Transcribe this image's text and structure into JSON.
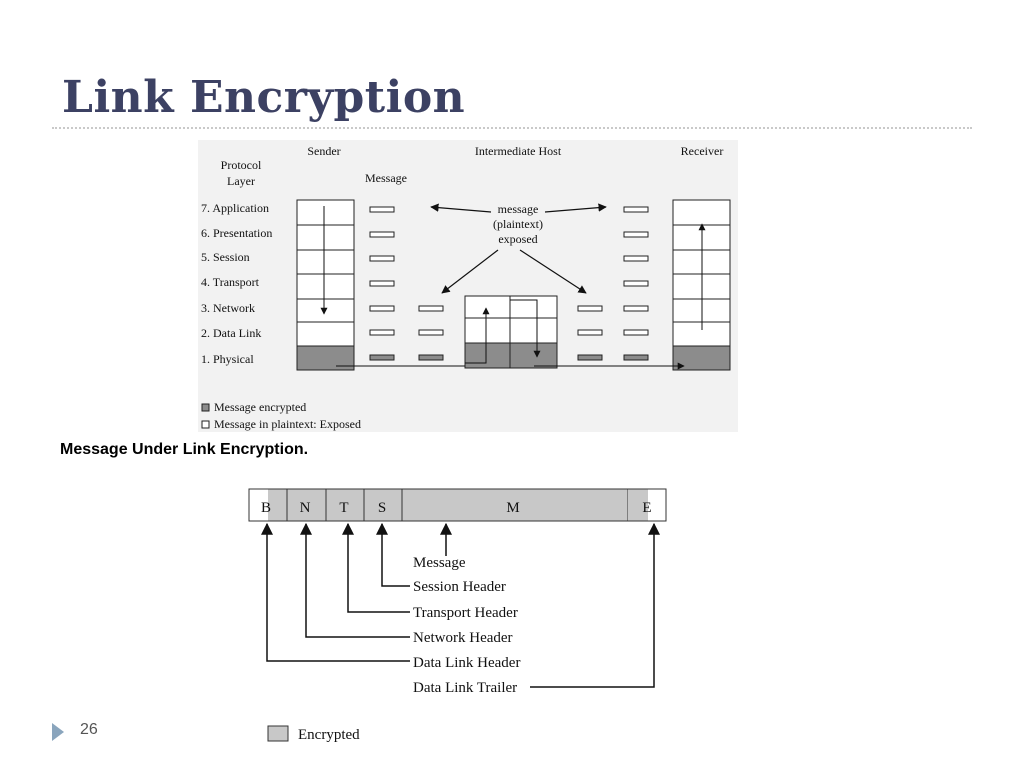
{
  "slide": {
    "title": "Link Encryption",
    "caption": "Message Under Link Encryption.",
    "page_number": "26"
  },
  "figure1": {
    "header_protocol_line1": "Protocol",
    "header_protocol_line2": "Layer",
    "header_sender": "Sender",
    "header_message": "Message",
    "header_intermediate": "Intermediate Host",
    "header_receiver": "Receiver",
    "layers": [
      "7. Application",
      "6. Presentation",
      "5. Session",
      "4. Transport",
      "3. Network",
      "2. Data Link",
      "1. Physical"
    ],
    "callout_line1": "message",
    "callout_line2": "(plaintext)",
    "callout_line3": "exposed",
    "legend_encrypted": "Message encrypted",
    "legend_plaintext": "Message in plaintext: Exposed",
    "colors": {
      "encrypted": "#8c8c8c",
      "background": "#f2f2f2"
    }
  },
  "figure2": {
    "fields": [
      "B",
      "N",
      "T",
      "S",
      "M",
      "E"
    ],
    "labels": [
      "Message",
      "Session Header",
      "Transport Header",
      "Network Header",
      "Data Link Header",
      "Data Link Trailer"
    ],
    "legend": "Encrypted",
    "colors": {
      "encrypted": "#c8c8c8"
    }
  }
}
